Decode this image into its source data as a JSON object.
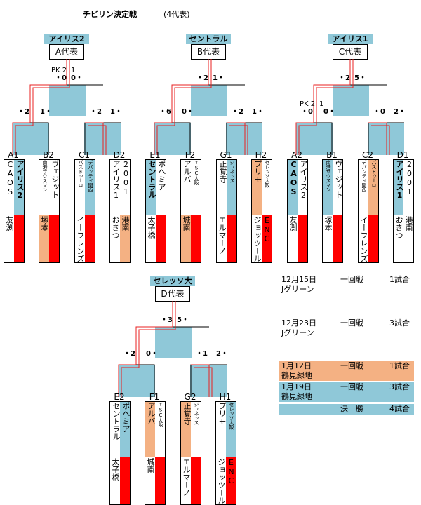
{
  "header": {
    "title": "チビリン決定戦",
    "subtitle": "(4代表)"
  },
  "colors": {
    "blue": "#8fc8d8",
    "orange": "#f4b183",
    "red": "#ff0000",
    "bracket_red": "#e82020"
  },
  "brackets": [
    {
      "banner": "アイリス2",
      "rep": "A代表",
      "top_scores": {
        "pk": "PK 2",
        "pk_right": "1",
        "left": "・0",
        "right": "0・"
      },
      "mid_scores": [
        "・2",
        "1・",
        "・2",
        "1・"
      ],
      "teams": [
        {
          "label": "A1",
          "cols": [
            {
              "text": "CAOS",
              "bg": "#ffffff",
              "cls": ""
            },
            {
              "text": "アイリス2",
              "bg": "#8fc8d8",
              "cls": "bold"
            }
          ],
          "name": "友渕",
          "name_bg": "#ffffff",
          "cell_bg": "#ff0000"
        },
        {
          "label": "B2",
          "cols": [
            {
              "text": "南港サウスマン",
              "bg": "#ffffff",
              "cls": "sm"
            },
            {
              "text": "ヴェジット",
              "bg": "#ffffff",
              "cls": ""
            }
          ],
          "name": "塚本",
          "name_bg": "#f4b183",
          "cell_bg": "#ff0000"
        },
        {
          "label": "C1",
          "cols": [
            {
              "text": "パスドゥーロ",
              "bg": "#ffffff",
              "cls": "sm"
            },
            {
              "text": "デパンティ関西",
              "bg": "#8fc8d8",
              "cls": "sm"
            }
          ],
          "name": "イーフレンズ",
          "name_bg": "#ffffff",
          "cell_bg": "#ff0000"
        },
        {
          "label": "D2",
          "cols": [
            {
              "text": "アイリス1",
              "bg": "#ffffff",
              "cls": ""
            },
            {
              "text": "2001",
              "bg": "#ffffff",
              "cls": ""
            }
          ],
          "name": "おきつ",
          "name_bg": "#ffffff",
          "cell_bg": "#f4b183",
          "name2": "港南"
        }
      ]
    },
    {
      "banner": "セントラル",
      "rep": "B代表",
      "top_scores": {
        "pk": "",
        "pk_right": "",
        "left": "・2",
        "right": "1・"
      },
      "mid_scores": [
        "・6",
        "0・",
        "・2",
        "1・"
      ],
      "teams": [
        {
          "label": "E1",
          "cols": [
            {
              "text": "セントラル",
              "bg": "#8fc8d8",
              "cls": "bold"
            },
            {
              "text": "ポヘミア",
              "bg": "#ffffff",
              "cls": ""
            }
          ],
          "name": "太子橋",
          "name_bg": "#ffffff",
          "cell_bg": "#ff0000"
        },
        {
          "label": "F2",
          "cols": [
            {
              "text": "アルバ",
              "bg": "#ffffff",
              "cls": ""
            },
            {
              "text": "YSC大阪",
              "bg": "#ffffff",
              "cls": "sm"
            }
          ],
          "name": "城南",
          "name_bg": "#f4b183",
          "cell_bg": "#ff0000"
        },
        {
          "label": "G1",
          "cols": [
            {
              "text": "正覚寺",
              "bg": "#ffffff",
              "cls": ""
            },
            {
              "text": "ジュネッス",
              "bg": "#8fc8d8",
              "cls": "sm"
            }
          ],
          "name": "エルマーノ",
          "name_bg": "#ffffff",
          "cell_bg": "#ff0000"
        },
        {
          "label": "H2",
          "cols": [
            {
              "text": "プリモ",
              "bg": "#f4b183",
              "cls": ""
            },
            {
              "text": "セレッソ大阪",
              "bg": "#ffffff",
              "cls": "sm"
            }
          ],
          "name": "ジョッツール",
          "name_bg": "#ffffff",
          "cell_bg": "#ff0000",
          "name2": "ENC"
        }
      ]
    },
    {
      "banner": "アイリス1",
      "rep": "C代表",
      "top_scores": {
        "pk": "",
        "pk_right": "",
        "left": "・2",
        "right": "5・"
      },
      "mid_scores": [
        "・0",
        "0・",
        "・0",
        "2・"
      ],
      "mid_pk": {
        "pk": "PK 2",
        "pk_right": "1"
      },
      "teams": [
        {
          "label": "A2",
          "cols": [
            {
              "text": "CAOS",
              "bg": "#8fc8d8",
              "cls": "bold"
            },
            {
              "text": "アイリス2",
              "bg": "#ffffff",
              "cls": ""
            }
          ],
          "name": "友渕",
          "name_bg": "#ffffff",
          "cell_bg": "#ff0000"
        },
        {
          "label": "B1",
          "cols": [
            {
              "text": "南港サウスマン",
              "bg": "#8fc8d8",
              "cls": "sm"
            },
            {
              "text": "ヴェジット",
              "bg": "#ffffff",
              "cls": ""
            }
          ],
          "name": "塚本",
          "name_bg": "#ffffff",
          "cell_bg": "#ff0000"
        },
        {
          "label": "C2",
          "cols": [
            {
              "text": "デパンティ関西",
              "bg": "#ffffff",
              "cls": "sm"
            },
            {
              "text": "パスドゥーロ",
              "bg": "#f4b183",
              "cls": "sm"
            }
          ],
          "name": "イーフレンズ",
          "name_bg": "#ffffff",
          "cell_bg": "#ff0000"
        },
        {
          "label": "D1",
          "cols": [
            {
              "text": "アイリス1",
              "bg": "#8fc8d8",
              "cls": "bold"
            },
            {
              "text": "2001",
              "bg": "#ffffff",
              "cls": ""
            }
          ],
          "name": "おきつ",
          "name_bg": "#ffffff",
          "cell_bg": "#ffffff",
          "name2": "港南"
        }
      ]
    },
    {
      "banner": "セレッソ大阪",
      "rep": "D代表",
      "top_scores": {
        "pk": "",
        "pk_right": "",
        "left": "・3",
        "right": "5・"
      },
      "mid_scores": [
        "・2",
        "0・",
        "・1",
        "2・"
      ],
      "teams": [
        {
          "label": "E2",
          "cols": [
            {
              "text": "セントラル",
              "bg": "#ffffff",
              "cls": ""
            },
            {
              "text": "ポヘミア",
              "bg": "#8fc8d8",
              "cls": ""
            }
          ],
          "name": "太子橋",
          "name_bg": "#ffffff",
          "cell_bg": "#ff0000"
        },
        {
          "label": "F1",
          "cols": [
            {
              "text": "アルバ",
              "bg": "#f4b183",
              "cls": ""
            },
            {
              "text": "YSC大阪",
              "bg": "#ffffff",
              "cls": "sm"
            }
          ],
          "name": "城南",
          "name_bg": "#ffffff",
          "cell_bg": "#ff0000"
        },
        {
          "label": "G2",
          "cols": [
            {
              "text": "正覚寺",
              "bg": "#f4b183",
              "cls": ""
            },
            {
              "text": "ジュネッス",
              "bg": "#ffffff",
              "cls": "sm"
            }
          ],
          "name": "エルマーノ",
          "name_bg": "#ffffff",
          "cell_bg": "#ff0000"
        },
        {
          "label": "H1",
          "cols": [
            {
              "text": "プリモ",
              "bg": "#ffffff",
              "cls": ""
            },
            {
              "text": "セレッソ大阪",
              "bg": "#8fc8d8",
              "cls": "sm"
            }
          ],
          "name": "ジョッツール",
          "name_bg": "#ffffff",
          "cell_bg": "#ff0000",
          "name2": "ENC"
        }
      ]
    }
  ],
  "schedule": [
    {
      "date": "12月15日",
      "venue": "Jグリーン",
      "round": "一回戦",
      "match": "1試合",
      "bg": "#ffffff"
    },
    {
      "date": "12月23日",
      "venue": "Jグリーン",
      "round": "一回戦",
      "match": "3試合",
      "bg": "#ffffff"
    },
    {
      "date": "1月12日",
      "venue": "鶴見緑地",
      "round": "一回戦",
      "match": "1試合",
      "bg": "#f4b183"
    },
    {
      "date": "1月19日",
      "venue": "鶴見緑地",
      "round": "一回戦",
      "match": "3試合",
      "bg": "#8fc8d8"
    },
    {
      "date": "",
      "venue": "",
      "round": "決　勝",
      "match": "4試合",
      "bg": "#8fc8d8"
    }
  ]
}
